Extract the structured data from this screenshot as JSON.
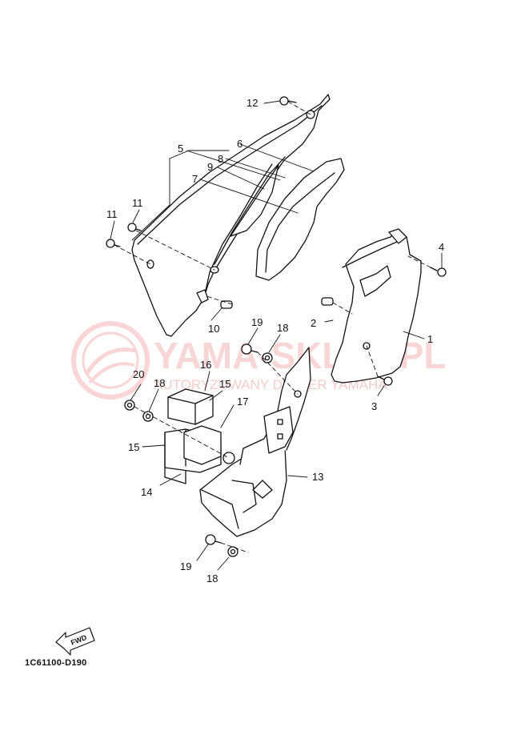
{
  "diagram_code": "1C61100-D190",
  "watermark": {
    "title": "YAMA-SKLEP.PL",
    "subtitle": "AUTORYZOWANY DEALER YAMAHA"
  },
  "fwd_arrow": {
    "text": "FWD",
    "icon": "fwd-arrow-icon"
  },
  "callouts": [
    {
      "id": "c1",
      "text": "1"
    },
    {
      "id": "c2",
      "text": "2"
    },
    {
      "id": "c3",
      "text": "3"
    },
    {
      "id": "c4",
      "text": "4"
    },
    {
      "id": "c5",
      "text": "5"
    },
    {
      "id": "c6",
      "text": "6"
    },
    {
      "id": "c7",
      "text": "7"
    },
    {
      "id": "c8",
      "text": "8"
    },
    {
      "id": "c9",
      "text": "9"
    },
    {
      "id": "c10",
      "text": "10"
    },
    {
      "id": "c11a",
      "text": "11"
    },
    {
      "id": "c11b",
      "text": "11"
    },
    {
      "id": "c12",
      "text": "12"
    },
    {
      "id": "c13",
      "text": "13"
    },
    {
      "id": "c14",
      "text": "14"
    },
    {
      "id": "c15a",
      "text": "15"
    },
    {
      "id": "c15b",
      "text": "15"
    },
    {
      "id": "c16",
      "text": "16"
    },
    {
      "id": "c17",
      "text": "17"
    },
    {
      "id": "c18a",
      "text": "18"
    },
    {
      "id": "c18b",
      "text": "18"
    },
    {
      "id": "c18c",
      "text": "18"
    },
    {
      "id": "c19a",
      "text": "19"
    },
    {
      "id": "c19b",
      "text": "19"
    },
    {
      "id": "c20",
      "text": "20"
    }
  ]
}
